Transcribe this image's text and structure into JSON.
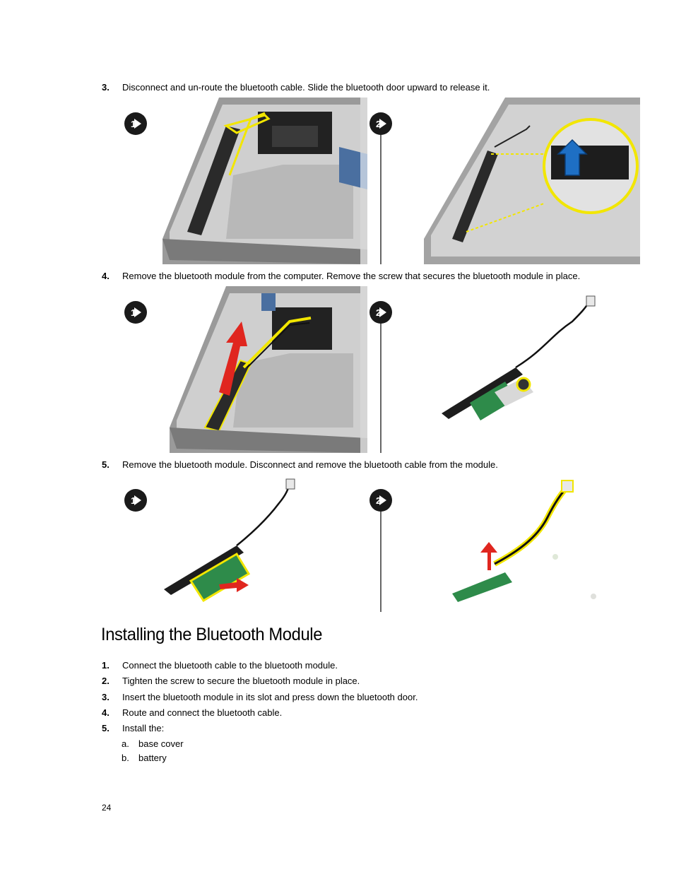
{
  "removal_steps": [
    {
      "num": "3.",
      "text": "Disconnect and un-route the bluetooth cable. Slide the bluetooth door upward to release it."
    },
    {
      "num": "4.",
      "text": "Remove the bluetooth module from the computer. Remove the screw that secures the bluetooth module in place."
    },
    {
      "num": "5.",
      "text": "Remove the bluetooth module. Disconnect and remove the bluetooth cable from the module."
    }
  ],
  "callouts": {
    "one": "1",
    "two": "2"
  },
  "section": {
    "title": "Installing the Bluetooth Module"
  },
  "install_steps": [
    {
      "num": "1.",
      "text": "Connect the bluetooth cable to the bluetooth module."
    },
    {
      "num": "2.",
      "text": "Tighten the screw to secure the bluetooth module in place."
    },
    {
      "num": "3.",
      "text": "Insert the bluetooth module in its slot and press down the bluetooth door."
    },
    {
      "num": "4.",
      "text": "Route and connect the bluetooth cable."
    },
    {
      "num": "5.",
      "text": "Install the:"
    }
  ],
  "install_subitems": [
    {
      "label": "a.",
      "text": "base cover"
    },
    {
      "label": "b.",
      "text": "battery"
    }
  ],
  "page_number": "24"
}
